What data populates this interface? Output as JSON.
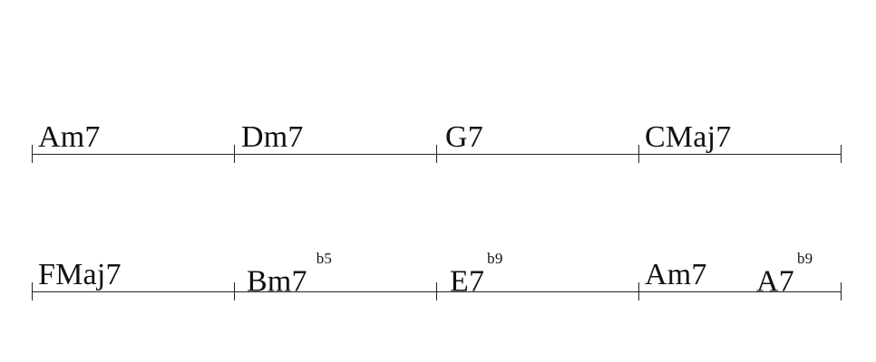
{
  "rows": [
    {
      "measures": [
        {
          "chords": [
            {
              "root": "Am7",
              "ext": ""
            }
          ]
        },
        {
          "chords": [
            {
              "root": "Dm7",
              "ext": ""
            }
          ]
        },
        {
          "chords": [
            {
              "root": "G7",
              "ext": ""
            }
          ]
        },
        {
          "chords": [
            {
              "root": "CMaj7",
              "ext": ""
            }
          ]
        }
      ]
    },
    {
      "measures": [
        {
          "chords": [
            {
              "root": "FMaj7",
              "ext": ""
            }
          ]
        },
        {
          "chords": [
            {
              "root": "Bm7",
              "ext": "b5"
            }
          ]
        },
        {
          "chords": [
            {
              "root": "E7",
              "ext": "b9"
            }
          ]
        },
        {
          "chords": [
            {
              "root": "Am7",
              "ext": ""
            },
            {
              "root": "A7",
              "ext": "b9"
            }
          ]
        }
      ]
    }
  ]
}
